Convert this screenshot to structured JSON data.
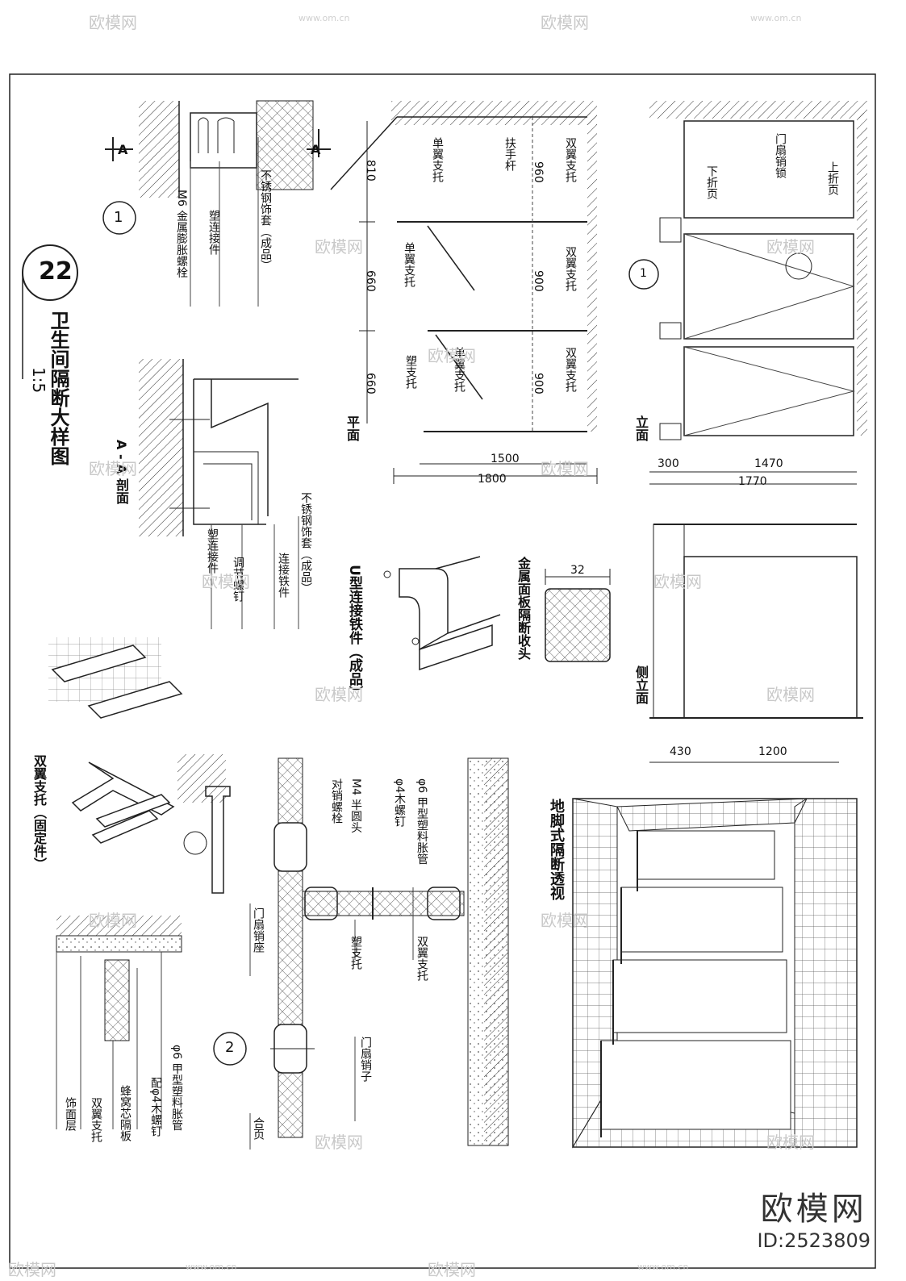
{
  "drawing": {
    "title": "卫生间隔断大样图",
    "scale": "1:5",
    "number": "22"
  },
  "detail1": {
    "circle": "1",
    "section_mark": "A",
    "callouts": [
      "不锈钢饰套（成品）",
      "塑连接件",
      "M6 金属膨胀螺栓"
    ]
  },
  "section_aa": {
    "title": "A - A 剖面",
    "callouts": [
      "不锈钢饰套（成品）",
      "连接铁件",
      "调节螺钉",
      "塑连接件"
    ]
  },
  "plan": {
    "title": "平面",
    "labels": [
      "单翼支托",
      "扶手杆",
      "双翼支托",
      "单翼支托",
      "双翼支托",
      "塑支托",
      "单翼支托",
      "双翼支托"
    ],
    "dims_v": [
      "810",
      "660",
      "660"
    ],
    "dims_inner": [
      "960",
      "900",
      "900"
    ],
    "dim_h_inner": "1500",
    "dim_h_outer": "1800"
  },
  "elevation": {
    "title": "立面",
    "labels": [
      "下折页",
      "门扇销锁",
      "上折页"
    ],
    "callout": "1",
    "dim_small": "300",
    "dim_mid": "1470",
    "dim_total": "1770"
  },
  "side_elevation": {
    "title": "侧立面",
    "dim_left": "430",
    "dim_right": "1200"
  },
  "u_connector": {
    "title": "U型连接铁件（成品）"
  },
  "panel_end": {
    "title": "金属面板隔断收头",
    "dim": "32"
  },
  "double_wing": {
    "title": "双翼支托（固定件）"
  },
  "detail2": {
    "circle": "2",
    "callouts": [
      "φ6 甲型塑料胀管",
      "φ4木螺钉",
      "M4 半圆头",
      "对销螺栓",
      "塑支托",
      "双翼支托",
      "门扇销座",
      "门扇销子",
      "合页"
    ],
    "lower_callouts": [
      "φ6 甲型塑料胀管",
      "配φ4木螺钉",
      "蜂窝芯隔板",
      "双翼支托",
      "饰面层"
    ]
  },
  "perspective": {
    "title": "地脚式隔断透视"
  },
  "watermark": {
    "brand": "欧模网",
    "url": "www.om.cn",
    "id": "ID:2523809"
  }
}
